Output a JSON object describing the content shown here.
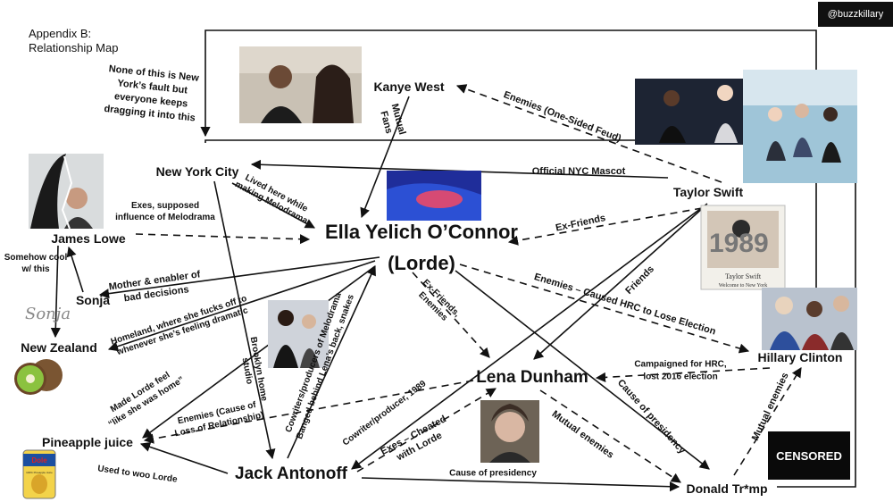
{
  "title_lines": [
    "Appendix B:",
    "Relationship Map"
  ],
  "corner_tag": "@buzzkillary",
  "censored_label": "CENSORED",
  "photo_captions": {
    "sonja": "Sonja",
    "taylor": "Taylor Swift",
    "taylor_sub": "Welcome to New York",
    "dole": "Dole",
    "dole_sub": "100% Pineapple Juice"
  },
  "nodes": [
    {
      "id": "kanye",
      "label": "Kanye West"
    },
    {
      "id": "nyc",
      "label": "New York City"
    },
    {
      "id": "taylor",
      "label": "Taylor Swift"
    },
    {
      "id": "lorde1",
      "label": "Ella Yelich O’Connor"
    },
    {
      "id": "lorde2",
      "label": "(Lorde)"
    },
    {
      "id": "james",
      "label": "James Lowe"
    },
    {
      "id": "sonja",
      "label": "Sonja"
    },
    {
      "id": "nz",
      "label": "New Zealand"
    },
    {
      "id": "lena",
      "label": "Lena Dunham"
    },
    {
      "id": "hillary",
      "label": "Hillary Clinton"
    },
    {
      "id": "pineapple",
      "label": "Pineapple juice"
    },
    {
      "id": "jack",
      "label": "Jack Antonoff"
    },
    {
      "id": "trump",
      "label": "Donald Tr*mp"
    }
  ],
  "edge_labels": [
    {
      "id": "nyc-fault",
      "lines": [
        "None of this is New",
        "York’s fault but",
        "everyone keeps",
        "dragging it into this"
      ]
    },
    {
      "id": "mutual-fans",
      "lines": [
        "Mutual",
        "Fans"
      ]
    },
    {
      "id": "enemies-onesided",
      "lines": [
        "Enemies (One-Sided Feud)"
      ]
    },
    {
      "id": "official-nyc",
      "lines": [
        "Official NYC Mascot"
      ]
    },
    {
      "id": "exes-melodrama",
      "lines": [
        "Exes, supposed",
        "influence of Melodrama"
      ]
    },
    {
      "id": "lived-here",
      "lines": [
        "Lived here while",
        "making Melodrama"
      ]
    },
    {
      "id": "ex-friends-taylor",
      "lines": [
        "Ex-Friends"
      ]
    },
    {
      "id": "somehow-cool",
      "lines": [
        "Somehow cool",
        "w/ this"
      ]
    },
    {
      "id": "mother-enabler",
      "lines": [
        "Mother & enabler of",
        "bad decisions"
      ]
    },
    {
      "id": "homeland",
      "lines": [
        "Homeland, where she fucks off to",
        "whenever she’s feeling dramatic"
      ]
    },
    {
      "id": "ex-friends-enemies",
      "lines": [
        "Ex-Friends,",
        "Enemies"
      ]
    },
    {
      "id": "enemies-hrc",
      "lines": [
        "Enemies – Caused HRC to Lose Election"
      ]
    },
    {
      "id": "friends",
      "lines": [
        "Friends"
      ]
    },
    {
      "id": "brooklyn",
      "lines": [
        "Brooklyn home",
        "studio"
      ]
    },
    {
      "id": "cowriters",
      "lines": [
        "Cowriters/producers of Melodrama",
        "Banged behind Lena’s back, snakes"
      ]
    },
    {
      "id": "campaigned",
      "lines": [
        "Campaigned for HRC,",
        "lost 2016 election"
      ]
    },
    {
      "id": "made-lorde-feel",
      "lines": [
        "Made Lorde feel",
        "“like she was home”"
      ]
    },
    {
      "id": "cowriter-1989",
      "lines": [
        "Cowriter/producer, 1989"
      ]
    },
    {
      "id": "cause-presidency-1",
      "lines": [
        "Cause of presidency"
      ]
    },
    {
      "id": "mutual-enemies-1",
      "lines": [
        "Mutual enemies"
      ]
    },
    {
      "id": "mutual-enemies-2",
      "lines": [
        "Mutual enemies"
      ]
    },
    {
      "id": "enemies-cause-loss",
      "lines": [
        "Enemies (Cause of",
        "Loss of Relationship)"
      ]
    },
    {
      "id": "exes-cheated",
      "lines": [
        "Exes – Cheated",
        "with Lorde"
      ]
    },
    {
      "id": "used-to-woo",
      "lines": [
        "Used to woo Lorde"
      ]
    },
    {
      "id": "cause-presidency-2",
      "lines": [
        "Cause of presidency"
      ]
    }
  ]
}
